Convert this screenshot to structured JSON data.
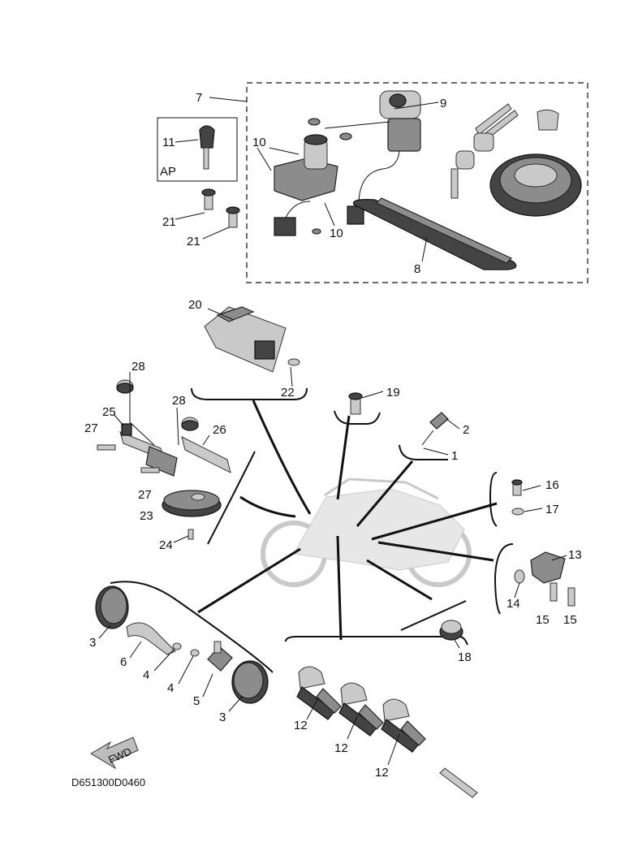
{
  "diagram_code": "D651300D0460",
  "ap_label": "AP",
  "fwd_label": "FWD",
  "callouts": {
    "c1": "1",
    "c2": "2",
    "c3a": "3",
    "c3b": "3",
    "c4a": "4",
    "c4b": "4",
    "c5": "5",
    "c6": "6",
    "c7": "7",
    "c8": "8",
    "c9": "9",
    "c10a": "10",
    "c10b": "10",
    "c11": "11",
    "c12a": "12",
    "c12b": "12",
    "c12c": "12",
    "c13": "13",
    "c14": "14",
    "c15a": "15",
    "c15b": "15",
    "c16": "16",
    "c17": "17",
    "c18": "18",
    "c19": "19",
    "c20": "20",
    "c21a": "21",
    "c21b": "21",
    "c22": "22",
    "c23": "23",
    "c24": "24",
    "c25": "25",
    "c26": "26",
    "c27a": "27",
    "c27b": "27",
    "c28a": "28",
    "c28b": "28"
  }
}
